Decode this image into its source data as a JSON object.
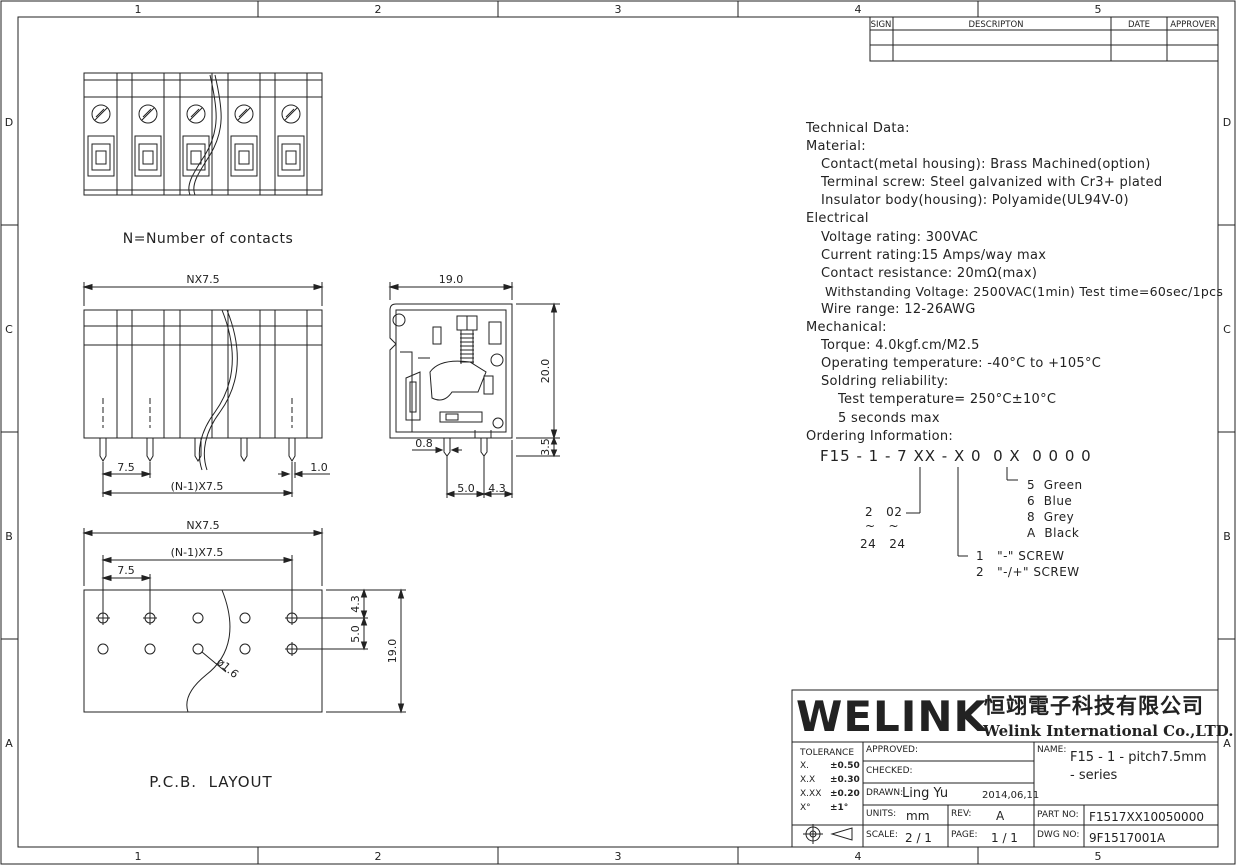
{
  "frame": {
    "columns": [
      "1",
      "2",
      "3",
      "4",
      "5"
    ],
    "rows": [
      "D",
      "C",
      "B",
      "A"
    ]
  },
  "revision_table": {
    "headers": [
      "SIGN",
      "DESCRIPTON",
      "DATE",
      "APPROVER"
    ]
  },
  "top_view": {
    "caption": "N=Number of contacts"
  },
  "front_view": {
    "dim_total": "NX7.5",
    "dim_pitch": "7.5",
    "dim_span": "(N-1)X7.5",
    "dim_pin": "1.0"
  },
  "side_view": {
    "dim_width": "19.0",
    "dim_height": "20.0",
    "dim_pin_length": "3.5",
    "dim_pin_width": "0.8",
    "dim_a": "5.0",
    "dim_b": "4.3"
  },
  "pcb_layout": {
    "dim_total": "NX7.5",
    "dim_span": "(N-1)X7.5",
    "dim_pitch": "7.5",
    "dim_row1": "4.3",
    "dim_row2": "5.0",
    "dim_depth": "19.0",
    "hole_label": "ø1.6",
    "caption": "P.C.B.  LAYOUT"
  },
  "technical_data": {
    "lines": [
      {
        "text": "Technical Data:",
        "indent": 0
      },
      {
        "text": "Material:",
        "indent": 0
      },
      {
        "text": "Contact(metal housing): Brass Machined(option)",
        "indent": 1
      },
      {
        "text": "Terminal screw: Steel galvanized with Cr3+ plated",
        "indent": 1
      },
      {
        "text": "Insulator body(housing): Polyamide(UL94V-0)",
        "indent": 1
      },
      {
        "text": "Electrical",
        "indent": 0
      },
      {
        "text": "Voltage rating: 300VAC",
        "indent": 1
      },
      {
        "text": "Current rating:15 Amps/way max",
        "indent": 1
      },
      {
        "text": "Contact resistance: 20mΩ(max)",
        "indent": 1
      },
      {
        "text": "Withstanding Voltage: 2500VAC(1min) Test time=60sec/1pcs",
        "indent": 1.3
      },
      {
        "text": "Wire range: 12-26AWG",
        "indent": 1
      },
      {
        "text": "Mechanical:",
        "indent": 0
      },
      {
        "text": "Torque: 4.0kgf.cm/M2.5",
        "indent": 1
      },
      {
        "text": "Operating temperature: -40°C to +105°C",
        "indent": 1
      },
      {
        "text": "Soldring reliability:",
        "indent": 1
      },
      {
        "text": "Test temperature= 250°C±10°C",
        "indent": 2
      },
      {
        "text": "5 seconds max",
        "indent": 2
      },
      {
        "text": "Ordering Information:",
        "indent": 0
      }
    ]
  },
  "ordering": {
    "code": "F15 - 1 - 7 XX - X 0  0 X  0 0 0 0",
    "colors": [
      "5  Green",
      "6  Blue",
      "8  Grey",
      "A  Black"
    ],
    "poles_from": "2   02",
    "poles_sep": "~   ~",
    "poles_to": "24   24",
    "screws": [
      "1   \"-\" SCREW",
      "2   \"-/+\" SCREW"
    ]
  },
  "title_block": {
    "company_en": "WELINK",
    "company_cn": "恒翊電子科技有限公司",
    "company_full": "Welink International Co.,LTD.",
    "tolerance_label": "TOLERANCE",
    "tolerances": [
      {
        "k": "X.",
        "v": "±0.50"
      },
      {
        "k": "X.X",
        "v": "±0.30"
      },
      {
        "k": "X.XX",
        "v": "±0.20"
      },
      {
        "k": "X°",
        "v": "±1°"
      }
    ],
    "approved_label": "APPROVED:",
    "checked_label": "CHECKED:",
    "drawn_label": "DRAWN:",
    "drawn_by": "Ling Yu",
    "drawn_date": "2014,06,11",
    "units_label": "UNITS:",
    "units": "mm",
    "rev_label": "REV:",
    "rev": "A",
    "scale_label": "SCALE:",
    "scale": "2 / 1",
    "page_label": "PAGE:",
    "page": "1 / 1",
    "name_label": "NAME:",
    "name_line1": "F15 - 1 - pitch7.5mm",
    "name_line2": "- series",
    "part_label": "PART NO:",
    "part_no": "F1517XX10050000",
    "dwg_label": "DWG NO:",
    "dwg_no": "9F1517001A"
  }
}
